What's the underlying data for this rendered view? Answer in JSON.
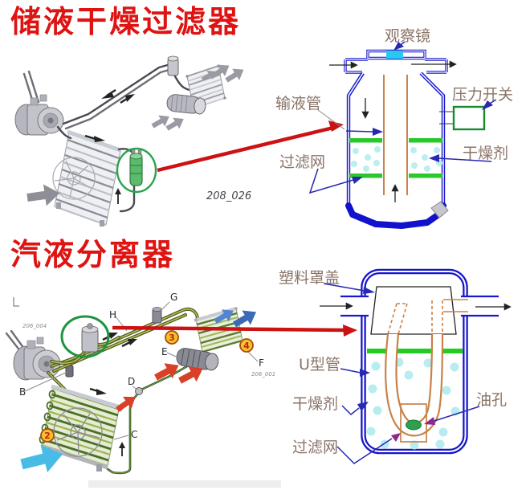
{
  "titles": {
    "receiver_drier": "储液干燥过滤器",
    "accumulator": "汽液分离器"
  },
  "receiver_section": {
    "figure_ref": "208_026",
    "labels": {
      "sight_glass": "观察镜",
      "liquid_pipe": "输液管",
      "pressure_switch": "压力开关",
      "filter_screen": "过滤网",
      "desiccant": "干燥剂"
    }
  },
  "accumulator_section": {
    "figure_ref_left": "206_004",
    "figure_ref_right": "206_001",
    "labels": {
      "plastic_cover": "塑料罩盖",
      "u_tube": "U型管",
      "desiccant": "干燥剂",
      "oil_hole": "油孔",
      "filter_screen": "过滤网"
    },
    "callout_letters": {
      "B": "B",
      "C": "C",
      "D": "D",
      "E": "E",
      "F": "F",
      "G": "G",
      "H": "H"
    },
    "callout_numbers": {
      "n2": "2",
      "n3": "3",
      "n4": "4"
    }
  },
  "colors": {
    "title_red": "#de1412",
    "schematic_blue": "#1818cf",
    "label_brown": "#8a7468",
    "screen_green": "#2bc82b",
    "pressure_switch_green": "#188a30",
    "desiccant_cyan": "#bceef0",
    "tube_orange": "#c8824a",
    "callout_arrow_blue": "#2828b0",
    "oil_hole_arrow_purple": "#8a2a8a",
    "red_callout_arrow": "#cc1212",
    "sight_glass_cyan": "#28c8f0",
    "highlight_circle_green": "#2aa34c"
  }
}
